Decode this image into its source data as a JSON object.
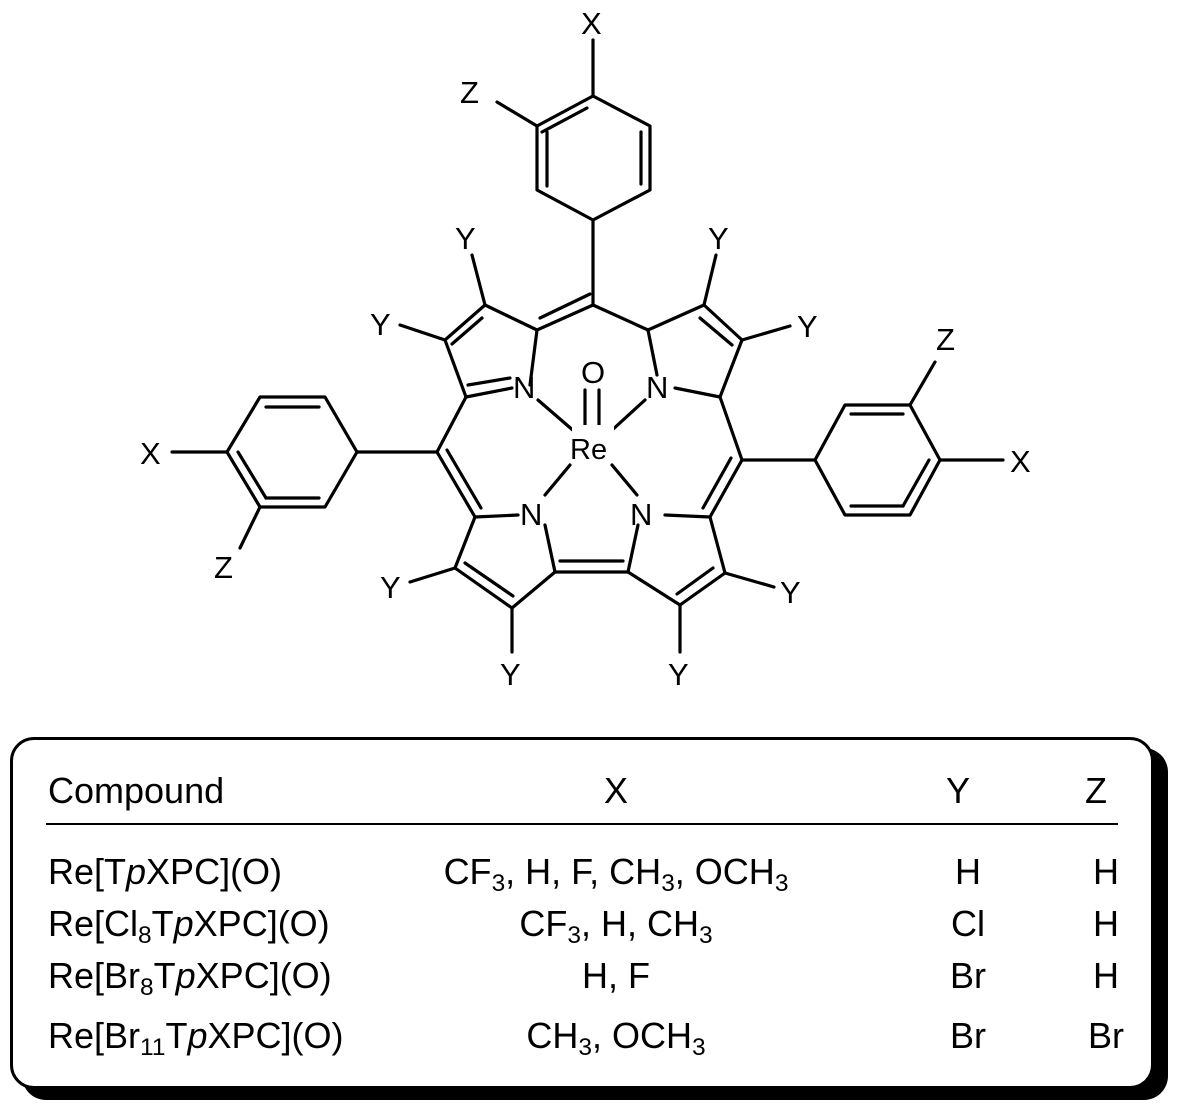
{
  "molecule": {
    "metal": "Re",
    "axial": "O",
    "nitrogen": "N",
    "substituent_x": "X",
    "substituent_y": "Y",
    "substituent_z": "Z"
  },
  "table": {
    "headers": {
      "compound": "Compound",
      "x": "X",
      "y": "Y",
      "z": "Z"
    },
    "rows": [
      {
        "compound": {
          "pre": "Re[T",
          "italic": "p",
          "post": "XPC](O)",
          "sub": "",
          "sub_pre": ""
        },
        "x": [
          {
            "t": "CF"
          },
          {
            "s": "3"
          },
          {
            "t": ", H, F, CH"
          },
          {
            "s": "3"
          },
          {
            "t": ", OCH"
          },
          {
            "s": "3"
          }
        ],
        "y": "H",
        "z": "H"
      },
      {
        "compound": {
          "pre": "Re[Cl",
          "sub": "8",
          "mid": "T",
          "italic": "p",
          "post": "XPC](O)"
        },
        "x": [
          {
            "t": "CF"
          },
          {
            "s": "3"
          },
          {
            "t": ", H, CH"
          },
          {
            "s": "3"
          }
        ],
        "y": "Cl",
        "z": "H"
      },
      {
        "compound": {
          "pre": "Re[Br",
          "sub": "8",
          "mid": "T",
          "italic": "p",
          "post": "XPC](O)"
        },
        "x": [
          {
            "t": "H, F"
          }
        ],
        "y": "Br",
        "z": "H"
      },
      {
        "compound": {
          "pre": "Re[Br",
          "sub": "11",
          "mid": "T",
          "italic": "p",
          "post": "XPC](O)"
        },
        "x": [
          {
            "t": "CH"
          },
          {
            "s": "3"
          },
          {
            "t": ", OCH"
          },
          {
            "s": "3"
          }
        ],
        "y": "Br",
        "z": "Br"
      }
    ]
  }
}
